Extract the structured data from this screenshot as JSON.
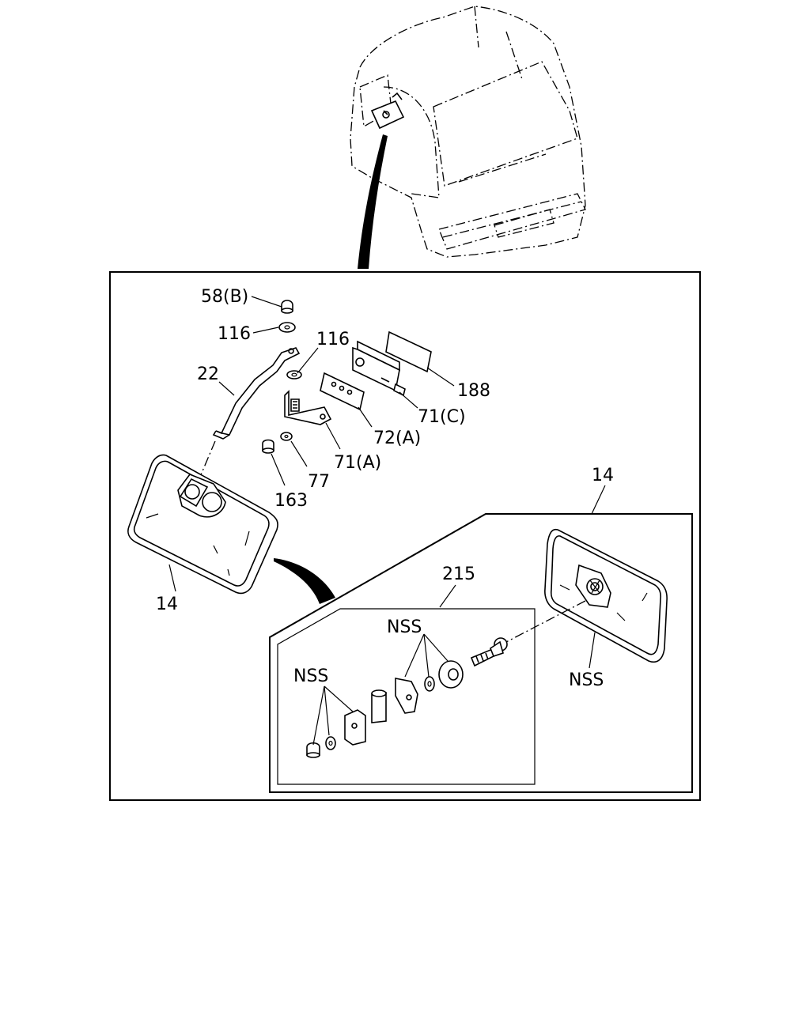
{
  "callouts": {
    "c58b": "58(B)",
    "c116a": "116",
    "c116b": "116",
    "c22": "22",
    "c188": "188",
    "c71c": "71(C)",
    "c72a": "72(A)",
    "c71a": "71(A)",
    "c77": "77",
    "c163": "163",
    "c14a": "14",
    "c14b": "14",
    "c215": "215",
    "nss1": "NSS",
    "nss2": "NSS",
    "nss3": "NSS"
  }
}
